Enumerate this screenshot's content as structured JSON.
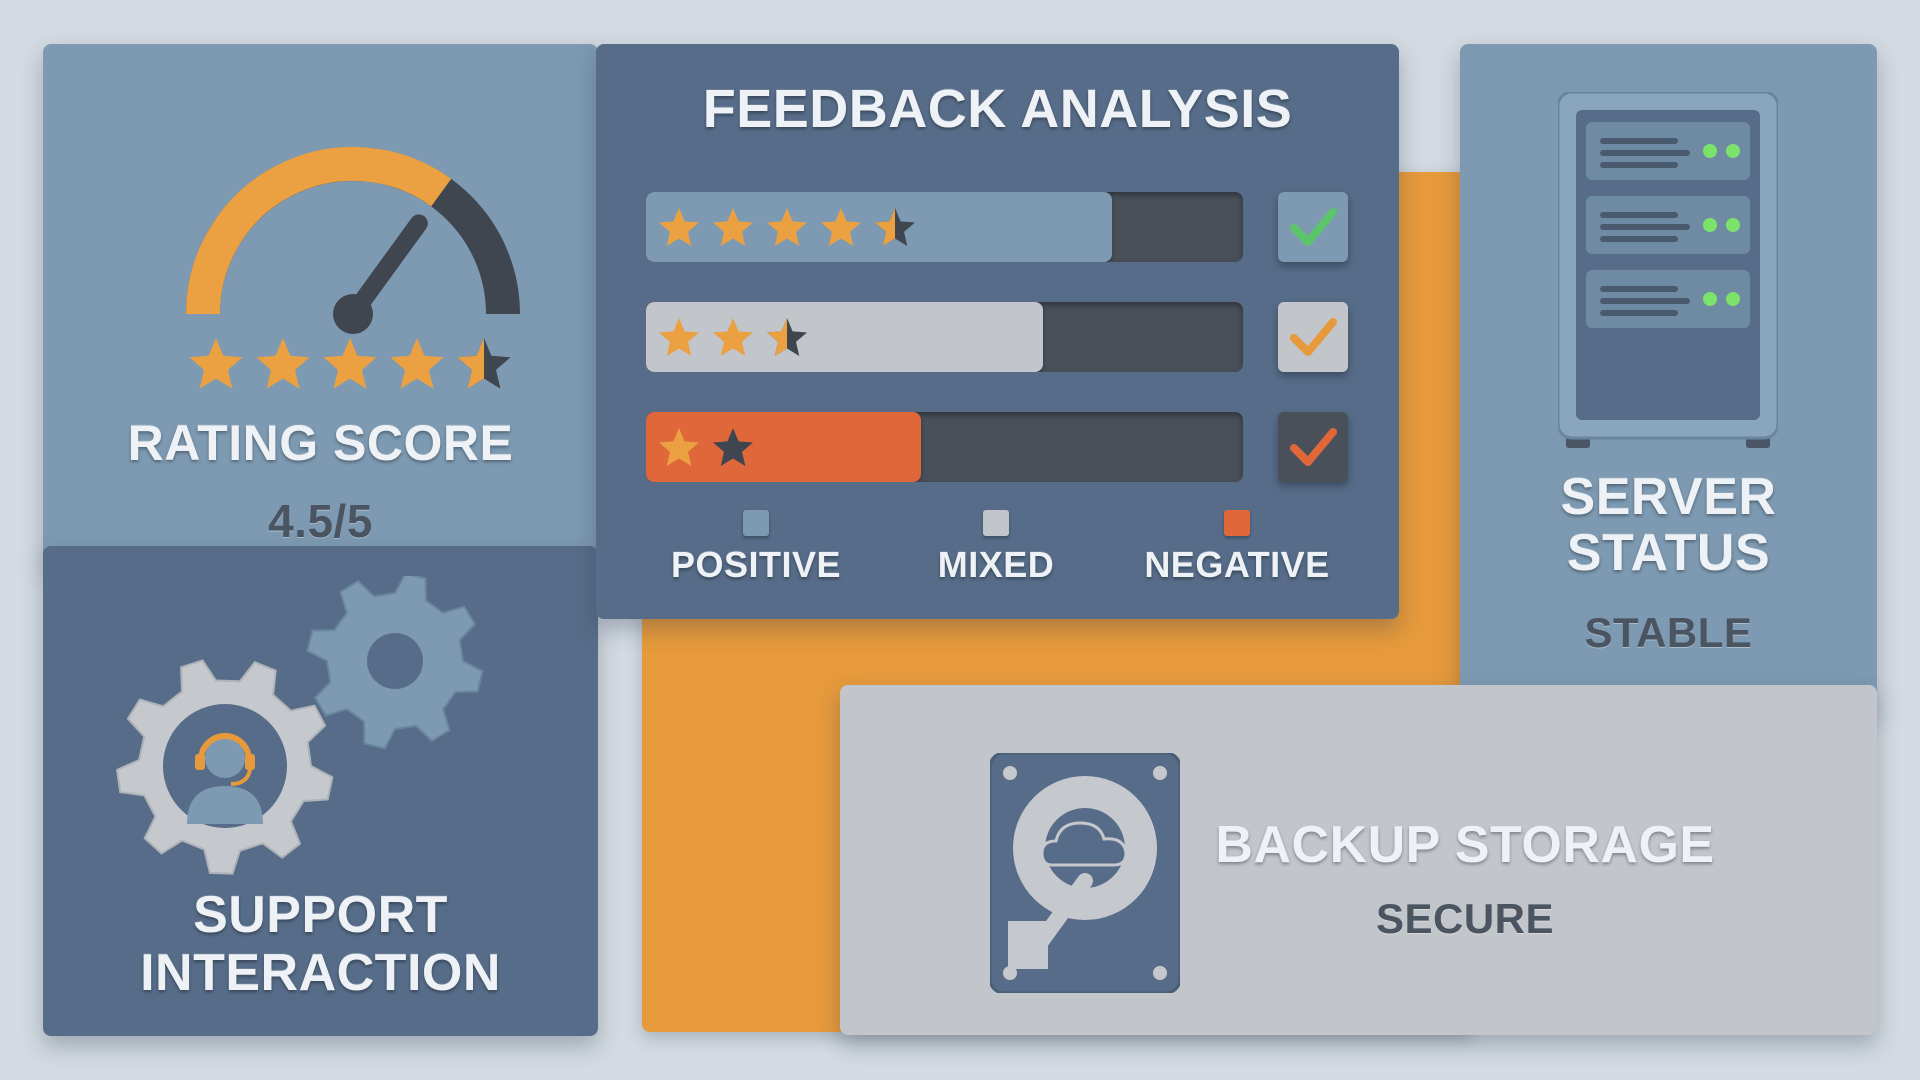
{
  "colors": {
    "background": "#d3dae1",
    "steel_blue": "#7d9ab2",
    "slate_blue": "#566c88",
    "orange": "#e69a3c",
    "light_gray": "#c2c6cb",
    "dark_track": "#49505a",
    "negative_red": "#e0673a",
    "led_green": "#7be36a"
  },
  "rating": {
    "title": "RATING SCORE",
    "value": "4.5/5",
    "stars": 4.5,
    "gauge_level": 0.7
  },
  "feedback": {
    "title": "FEEDBACK ANALYSIS",
    "bars": [
      {
        "category": "positive",
        "stars": 4.5,
        "stars_max": 5,
        "fill_fraction": 0.78,
        "fill_color": "#7d9ab2",
        "check_bg": "#7d9ab2",
        "check_color": "#5cc56a"
      },
      {
        "category": "mixed",
        "stars": 2.5,
        "stars_max": 3,
        "fill_fraction": 0.665,
        "fill_color": "#c2c6cb",
        "check_bg": "#c2c6cb",
        "check_color": "#e69a3c"
      },
      {
        "category": "negative",
        "stars": 1,
        "stars_max": 2,
        "fill_fraction": 0.46,
        "fill_color": "#e0673a",
        "check_bg": "#49505a",
        "check_color": "#e0673a"
      }
    ],
    "legend": [
      {
        "label": "POSITIVE",
        "color": "#7d9ab2"
      },
      {
        "label": "MIXED",
        "color": "#c2c6cb"
      },
      {
        "label": "NEGATIVE",
        "color": "#e0673a"
      }
    ]
  },
  "support": {
    "title_line1": "SUPPORT",
    "title_line2": "INTERACTION",
    "icons": [
      "gear-icon",
      "headset-agent-icon"
    ]
  },
  "server": {
    "title_line1": "SERVER",
    "title_line2": "STATUS",
    "status": "STABLE",
    "icon": "server-rack-icon"
  },
  "backup": {
    "title": "BACKUP STORAGE",
    "status": "SECURE",
    "icon": "hard-drive-cloud-icon"
  }
}
